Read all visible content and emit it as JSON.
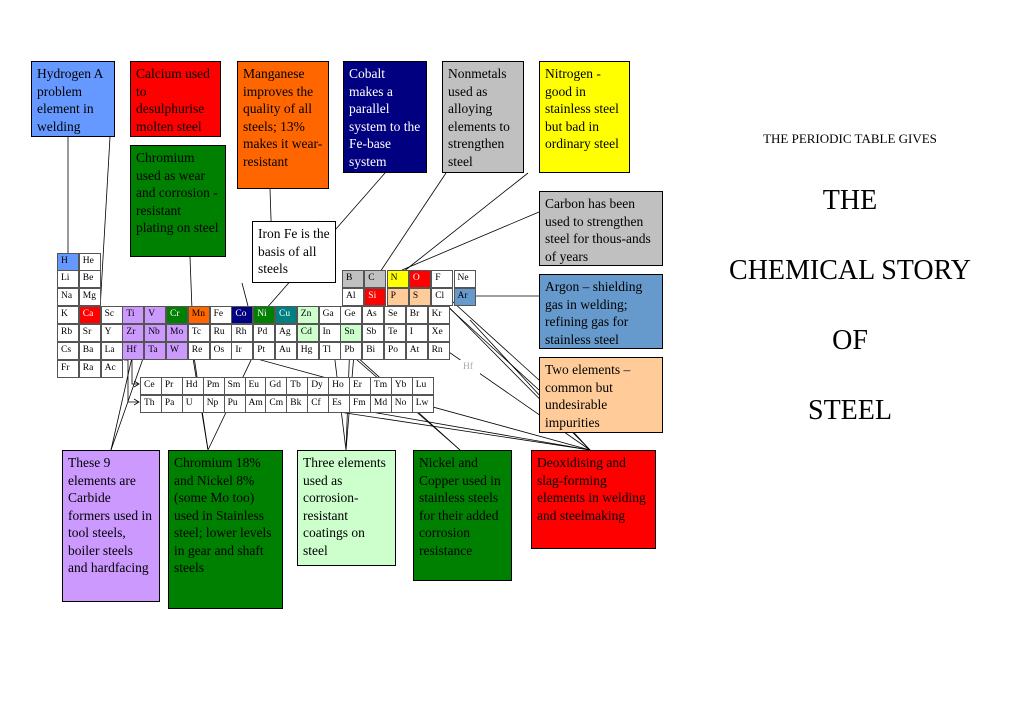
{
  "title": {
    "intro": "THE PERIODIC TABLE GIVES",
    "line1": "THE",
    "line2": "CHEMICAL STORY",
    "line3": "OF",
    "line4": "STEEL"
  },
  "colors": {
    "hydrogen": "#6699ff",
    "red": "#ff0000",
    "orange": "#ff6600",
    "navy": "#000080",
    "grey": "#c0c0c0",
    "yellow": "#ffff00",
    "green": "#008000",
    "lightgreen": "#ccffcc",
    "purple": "#cc99ff",
    "steelblue": "#6699cc",
    "peach": "#ffcc99",
    "teal": "#008080"
  },
  "boxes": [
    {
      "id": "hydrogen",
      "text": "Hydrogen A problem element in welding"
    },
    {
      "id": "calcium",
      "text": "Calcium used to desulphurise molten steel"
    },
    {
      "id": "manganese",
      "text": "Manganese improves the quality of all steels; 13% makes it wear-resistant"
    },
    {
      "id": "cobalt",
      "text": "Cobalt makes a parallel system to the Fe-base system"
    },
    {
      "id": "nonmetals",
      "text": "Nonmetals used as alloying elements to strengthen steel"
    },
    {
      "id": "nitrogen",
      "text": "Nitrogen - good in stainless steel but bad in ordinary steel"
    },
    {
      "id": "chromium",
      "text": "Chromium used as wear and corrosion -resistant plating on steel"
    },
    {
      "id": "iron",
      "text": "Iron Fe is the basis of all steels"
    },
    {
      "id": "carbon",
      "text": "Carbon has been used to strengthen steel for thous-ands of years"
    },
    {
      "id": "argon",
      "text": "Argon – shielding gas in welding; refining gas for stainless steel"
    },
    {
      "id": "two",
      "text": "Two elements – common but undesirable impurities"
    },
    {
      "id": "carbide",
      "text": "These 9 elements are Carbide formers used in tool steels, boiler steels and hardfacing"
    },
    {
      "id": "crni",
      "text": "Chromium 18% and Nickel 8% (some Mo too) used in Stainless steel; lower levels in gear and shaft steels"
    },
    {
      "id": "three",
      "text": "Three elements used as corrosion-resistant coatings on steel"
    },
    {
      "id": "nicu",
      "text": "Nickel and Copper used in stainless steels for their added corrosion resistance"
    },
    {
      "id": "deox",
      "text": "Deoxidising and slag-forming elements in welding and steelmaking"
    }
  ],
  "elements": [
    {
      "s": "H",
      "c": "hydrogen"
    },
    {
      "s": "He"
    },
    {
      "s": "Li"
    },
    {
      "s": "Be"
    },
    {
      "s": "Na"
    },
    {
      "s": "Mg"
    },
    {
      "s": "K"
    },
    {
      "s": "Ca",
      "c": "red"
    },
    {
      "s": "Sc"
    },
    {
      "s": "Ti",
      "c": "purple"
    },
    {
      "s": "V",
      "c": "purple"
    },
    {
      "s": "Cr",
      "c": "green"
    },
    {
      "s": "Mn",
      "c": "orange"
    },
    {
      "s": "Fe"
    },
    {
      "s": "Co",
      "c": "navy"
    },
    {
      "s": "Ni",
      "c": "green"
    },
    {
      "s": "Cu",
      "c": "teal"
    },
    {
      "s": "Zn",
      "c": "lightgreen"
    },
    {
      "s": "Ga"
    },
    {
      "s": "Ge"
    },
    {
      "s": "As"
    },
    {
      "s": "Se"
    },
    {
      "s": "Br"
    },
    {
      "s": "Kr"
    },
    {
      "s": "Rb"
    },
    {
      "s": "Sr"
    },
    {
      "s": "Y"
    },
    {
      "s": "Zr",
      "c": "purple"
    },
    {
      "s": "Nb",
      "c": "purple"
    },
    {
      "s": "Mo",
      "c": "purple"
    },
    {
      "s": "Tc"
    },
    {
      "s": "Ru"
    },
    {
      "s": "Rh"
    },
    {
      "s": "Pd"
    },
    {
      "s": "Ag"
    },
    {
      "s": "Cd",
      "c": "lightgreen"
    },
    {
      "s": "In"
    },
    {
      "s": "Sn",
      "c": "lightgreen"
    },
    {
      "s": "Sb"
    },
    {
      "s": "Te"
    },
    {
      "s": "I"
    },
    {
      "s": "Xe"
    },
    {
      "s": "Cs"
    },
    {
      "s": "Ba"
    },
    {
      "s": "La"
    },
    {
      "s": "Hf",
      "c": "purple"
    },
    {
      "s": "Ta",
      "c": "purple"
    },
    {
      "s": "W",
      "c": "purple"
    },
    {
      "s": "Re"
    },
    {
      "s": "Os"
    },
    {
      "s": "Ir"
    },
    {
      "s": "Pt"
    },
    {
      "s": "Au"
    },
    {
      "s": "Hg"
    },
    {
      "s": "Tl"
    },
    {
      "s": "Pb"
    },
    {
      "s": "Bi"
    },
    {
      "s": "Po"
    },
    {
      "s": "At"
    },
    {
      "s": "Rn"
    },
    {
      "s": "Fr"
    },
    {
      "s": "Ra"
    },
    {
      "s": "Ac"
    },
    {
      "s": "Hf",
      "c": "ghost"
    },
    {
      "s": "B",
      "c": "grey"
    },
    {
      "s": "C",
      "c": "grey"
    },
    {
      "s": "N",
      "c": "yellow"
    },
    {
      "s": "O",
      "c": "red"
    },
    {
      "s": "F"
    },
    {
      "s": "Ne"
    },
    {
      "s": "Al"
    },
    {
      "s": "Si",
      "c": "red"
    },
    {
      "s": "P",
      "c": "peach"
    },
    {
      "s": "S",
      "c": "peach"
    },
    {
      "s": "Cl"
    },
    {
      "s": "Ar",
      "c": "steelblue"
    },
    {
      "s": "Ce"
    },
    {
      "s": "Pr"
    },
    {
      "s": "Hd"
    },
    {
      "s": "Pm"
    },
    {
      "s": "Sm"
    },
    {
      "s": "Eu"
    },
    {
      "s": "Gd"
    },
    {
      "s": "Tb"
    },
    {
      "s": "Dy"
    },
    {
      "s": "Ho"
    },
    {
      "s": "Er"
    },
    {
      "s": "Tm"
    },
    {
      "s": "Yb"
    },
    {
      "s": "Lu"
    },
    {
      "s": "Th"
    },
    {
      "s": "Pa"
    },
    {
      "s": "U"
    },
    {
      "s": "Np"
    },
    {
      "s": "Pu"
    },
    {
      "s": "Am"
    },
    {
      "s": "Cm"
    },
    {
      "s": "Bk"
    },
    {
      "s": "Cf"
    },
    {
      "s": "Es"
    },
    {
      "s": "Fm"
    },
    {
      "s": "Md"
    },
    {
      "s": "No"
    },
    {
      "s": "Lw"
    }
  ]
}
